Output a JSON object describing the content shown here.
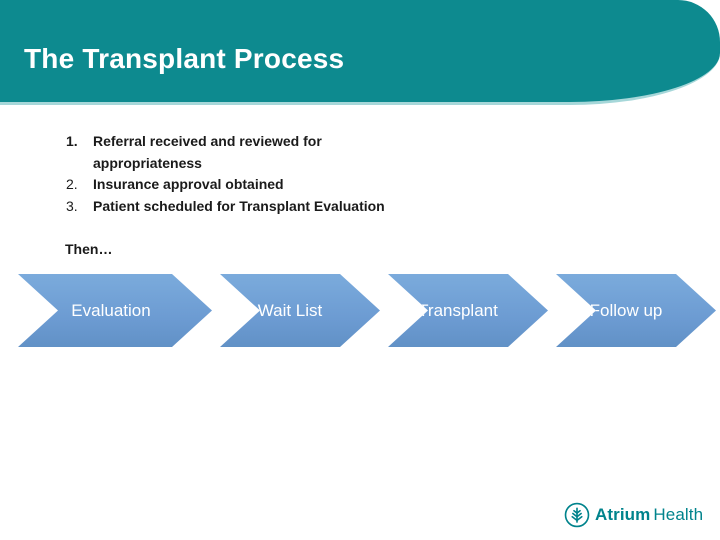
{
  "title": "The Transplant Process",
  "list": {
    "items": [
      {
        "number": "1.",
        "text": "Referral received and reviewed for appropriateness"
      },
      {
        "number": "2.",
        "text": "Insurance approval obtained"
      },
      {
        "number": "3.",
        "text": "Patient scheduled for Transplant Evaluation"
      }
    ]
  },
  "then_label": "Then…",
  "process_steps": [
    {
      "label": "Evaluation"
    },
    {
      "label": "Wait List"
    },
    {
      "label": "Transplant"
    },
    {
      "label": "Follow up"
    }
  ],
  "logo": {
    "brand_bold": "Atrium",
    "brand_regular": "Health",
    "icon": "tree-in-circle-icon"
  },
  "colors": {
    "header_teal": "#0d8a8f",
    "header_edge": "#a6d7d9",
    "arrow_blue": "#6c9bd2",
    "text_black": "#1b1b1b",
    "logo_teal": "#00838c",
    "white": "#ffffff"
  }
}
